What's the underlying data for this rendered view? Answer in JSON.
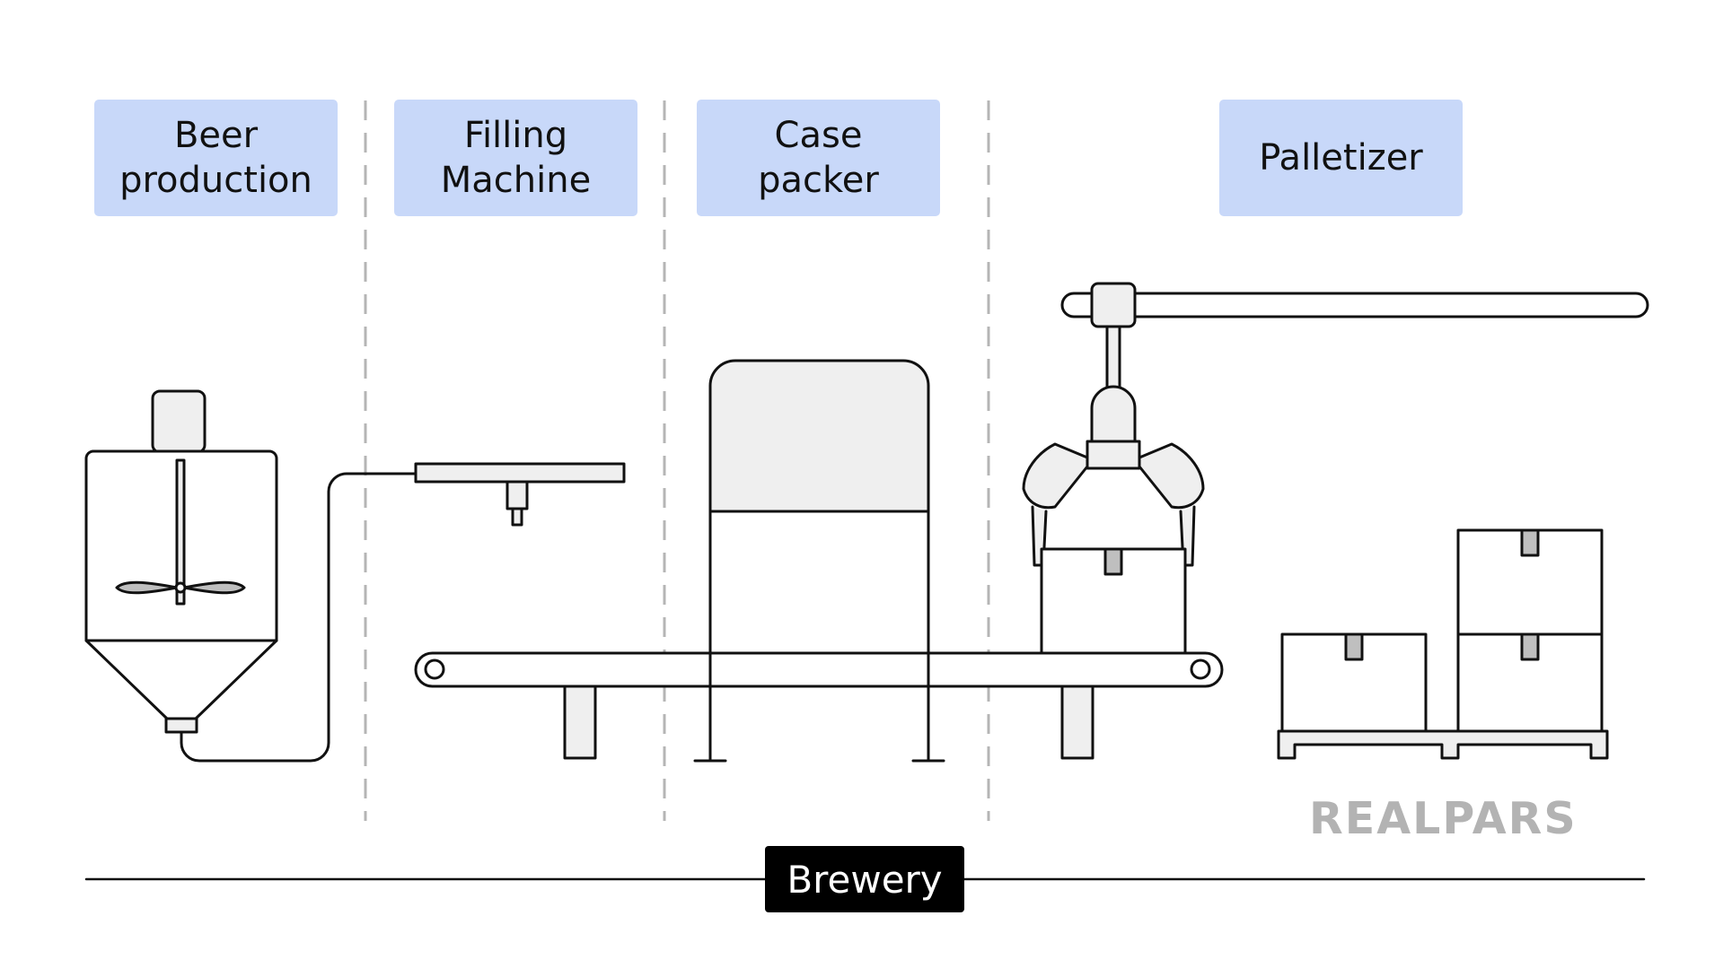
{
  "stages": [
    {
      "id": "beer",
      "label": "Beer\nproduction"
    },
    {
      "id": "filling",
      "label": "Filling\nMachine"
    },
    {
      "id": "case",
      "label": "Case\npacker"
    },
    {
      "id": "pallet",
      "label": "Palletizer"
    }
  ],
  "footer": {
    "label": "Brewery"
  },
  "logo": {
    "text": "REALPARS"
  },
  "colors": {
    "label_bg": "#c8d8f9",
    "stroke": "#111111",
    "fill_light": "#efefef",
    "fill_mid": "#bfbfbf",
    "divider": "#b5b5b5",
    "logo": "#b3b3b3"
  }
}
